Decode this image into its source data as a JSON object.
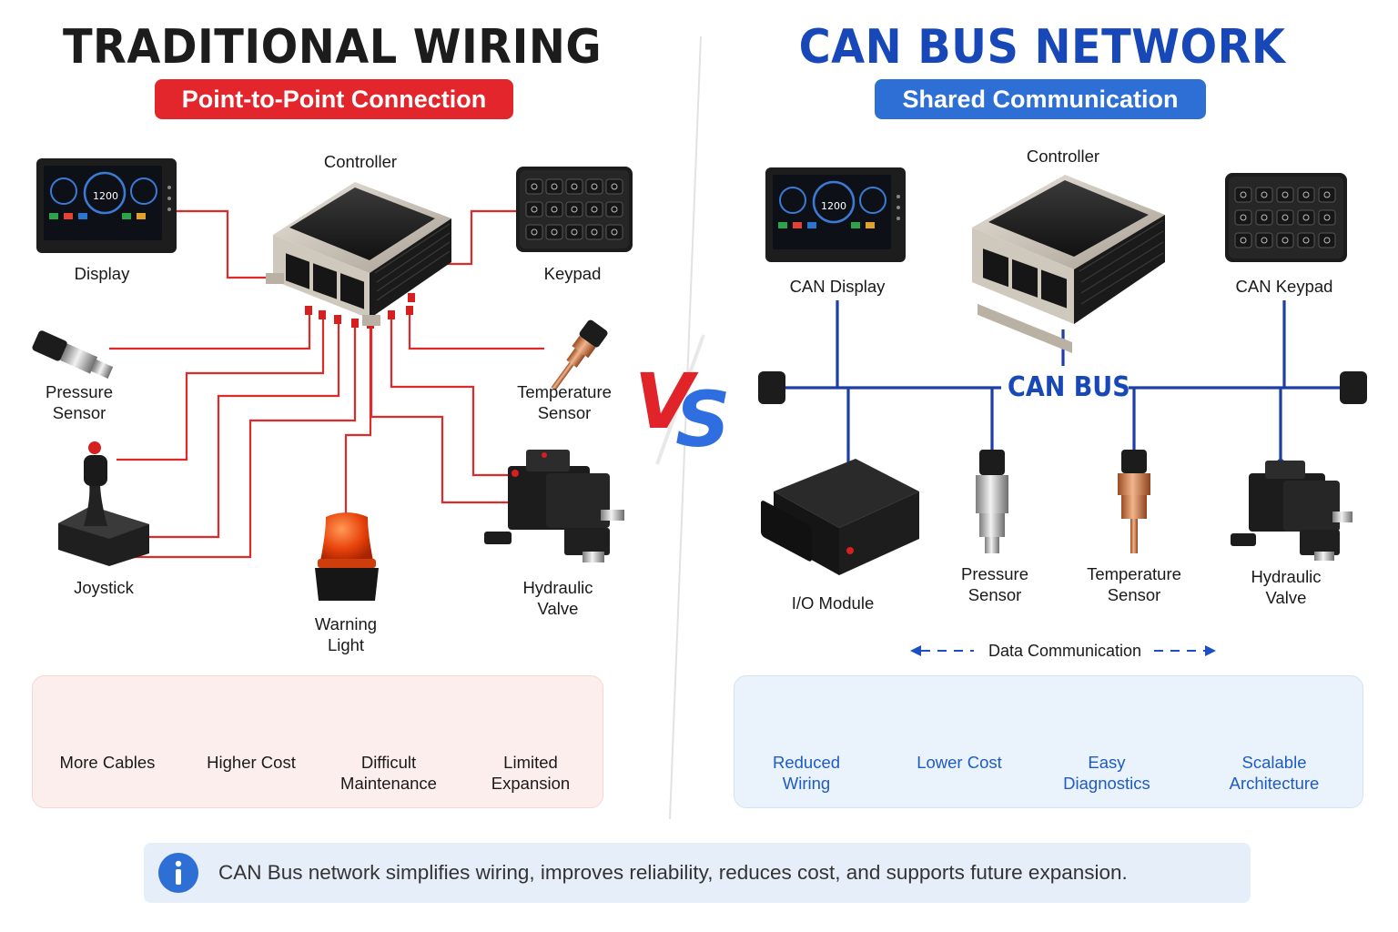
{
  "left": {
    "title": "TRADITIONAL WIRING",
    "subtitle": "Point-to-Point Connection",
    "controller_label": "Controller",
    "display_label": "Display",
    "display_reading": "1200",
    "keypad_label": "Keypad",
    "pressure_label_1": "Pressure",
    "pressure_label_2": "Sensor",
    "temperature_label_1": "Temperature",
    "temperature_label_2": "Sensor",
    "joystick_label": "Joystick",
    "warning_label_1": "Warning",
    "warning_label_2": "Light",
    "hydraulic_label_1": "Hydraulic",
    "hydraulic_label_2": "Valve",
    "features": [
      {
        "line1": "More Cables",
        "line2": "",
        "icon": "tangled-cables-icon"
      },
      {
        "line1": "Higher Cost",
        "line2": "",
        "icon": "dollar-coin-icon"
      },
      {
        "line1": "Difficult",
        "line2": "Maintenance",
        "icon": "wrench-icon"
      },
      {
        "line1": "Limited",
        "line2": "Expansion",
        "icon": "puzzle-piece-icon"
      }
    ],
    "accent": "#e3262c"
  },
  "vs_label": "VS",
  "right": {
    "title": "CAN BUS NETWORK",
    "subtitle": "Shared Communication",
    "controller_label": "Controller",
    "display_label": "CAN Display",
    "display_reading": "1200",
    "keypad_label": "CAN Keypad",
    "bus_label": "CAN BUS",
    "io_label": "I/O Module",
    "pressure_label_1": "Pressure",
    "pressure_label_2": "Sensor",
    "temperature_label_1": "Temperature",
    "temperature_label_2": "Sensor",
    "hydraulic_label_1": "Hydraulic",
    "hydraulic_label_2": "Valve",
    "data_comm_label": "Data Communication",
    "features": [
      {
        "line1": "Reduced",
        "line2": "Wiring",
        "icon": "target-wiring-icon"
      },
      {
        "line1": "Lower Cost",
        "line2": "",
        "icon": "dollar-down-icon"
      },
      {
        "line1": "Easy",
        "line2": "Diagnostics",
        "icon": "monitor-pulse-icon"
      },
      {
        "line1": "Scalable",
        "line2": "Architecture",
        "icon": "puzzle-piece-icon"
      }
    ],
    "accent": "#1848b8"
  },
  "info": {
    "text": "CAN Bus network simplifies wiring, improves reliability, reduces cost, and supports future expansion.",
    "icon": "info-icon"
  }
}
